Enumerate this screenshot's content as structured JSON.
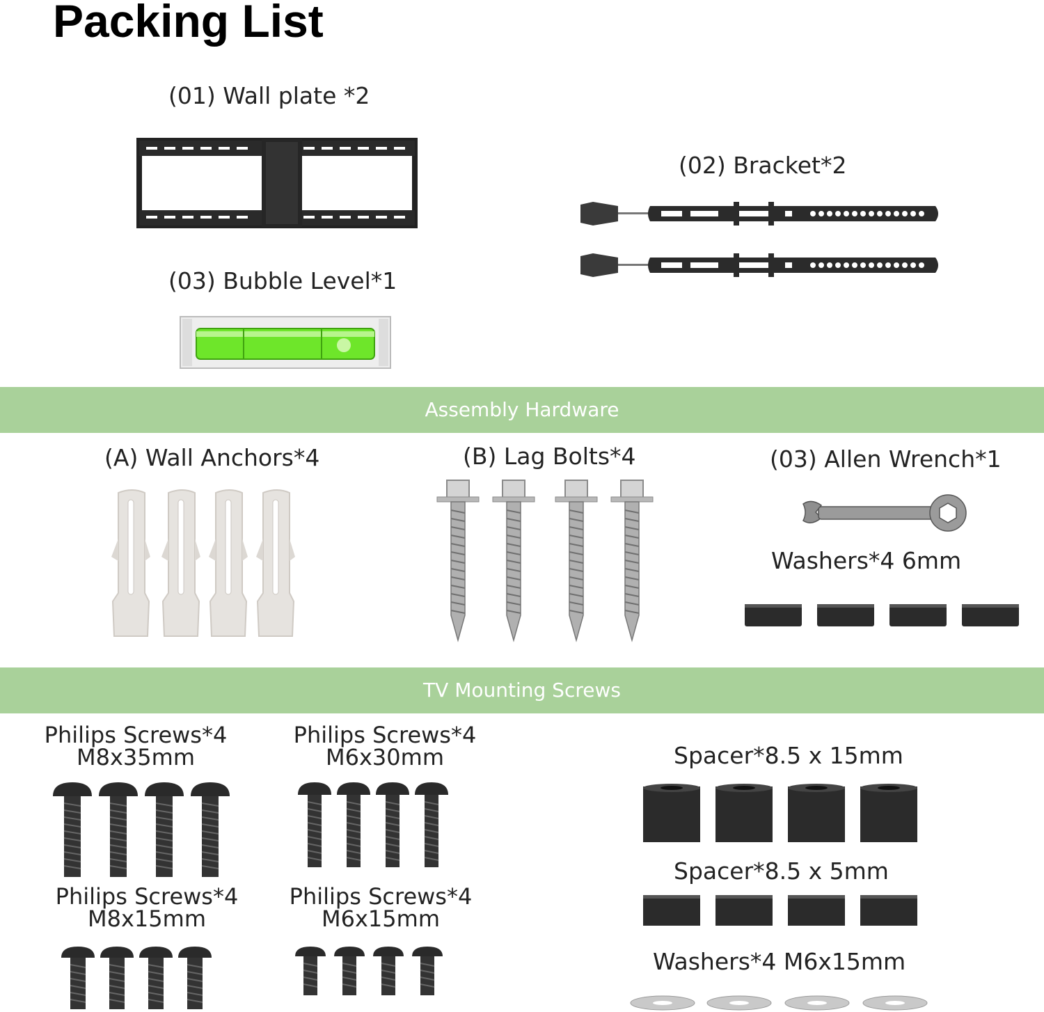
{
  "page": {
    "title": "Packing List"
  },
  "parts": {
    "wall_plate": "(01) Wall plate *2",
    "bracket": "(02) Bracket*2",
    "bubble_level": "(03) Bubble Level*1"
  },
  "assembly": {
    "heading": "Assembly Hardware",
    "wall_anchors": "(A) Wall Anchors*4",
    "lag_bolts": "(B) Lag Bolts*4",
    "allen_wrench": "(03) Allen Wrench*1",
    "washers": "Washers*4 6mm"
  },
  "tv_screws": {
    "heading": "TV Mounting Screws",
    "m8x35": {
      "name": "Philips Screws*4",
      "size": "M8x35mm"
    },
    "m6x30": {
      "name": "Philips Screws*4",
      "size": "M6x30mm"
    },
    "m8x15": {
      "name": "Philips Screws*4",
      "size": "M8x15mm"
    },
    "m6x15": {
      "name": "Philips Screws*4",
      "size": "M6x15mm"
    },
    "spacer_15": "Spacer*8.5 x 15mm",
    "spacer_5": "Spacer*8.5 x 5mm",
    "washers_m6": "Washers*4 M6x15mm"
  },
  "colors": {
    "band": "#a9d19a",
    "hardware": "#2a2a2a",
    "level_fluid": "#6ee62a"
  },
  "icons": [
    "wall-plate-icon",
    "bracket-icon",
    "bubble-level-icon",
    "wall-anchor-icon",
    "lag-bolt-icon",
    "allen-wrench-icon",
    "washer-icon",
    "screw-icon",
    "spacer-icon"
  ]
}
